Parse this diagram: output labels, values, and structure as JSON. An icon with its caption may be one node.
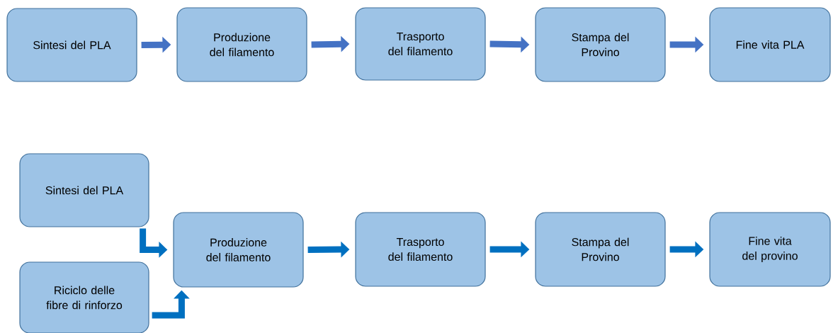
{
  "diagram": {
    "nodes": [
      {
        "text": [
          "Sintesi del PLA"
        ]
      },
      {
        "text": [
          "Produzione del filamento"
        ]
      },
      {
        "text": [
          "Trasporto del filamento"
        ]
      },
      {
        "text": [
          "Stampa del Provino"
        ]
      },
      {
        "text": [
          "Fine vita PLA"
        ]
      },
      {
        "text": [
          "Sintesi del PLA"
        ]
      },
      {
        "text": [
          "Riciclo delle fibre di rinforzo"
        ]
      },
      {
        "text": [
          "Produzione del filamento"
        ]
      },
      {
        "text": [
          "Trasporto del filamento"
        ]
      },
      {
        "text": [
          "Stampa del Provino"
        ]
      },
      {
        "text": [
          "Fine vita del provino"
        ]
      }
    ],
    "edges": [
      {
        "from": 0,
        "to": 1,
        "arrow": "to",
        "color": "#4472c4"
      },
      {
        "from": 1,
        "to": 2,
        "arrow": "to",
        "color": "#4472c4"
      },
      {
        "from": 2,
        "to": 3,
        "arrow": "to",
        "color": "#4472c4"
      },
      {
        "from": 3,
        "to": 4,
        "arrow": "to",
        "color": "#4472c4"
      },
      {
        "from": 5,
        "to": 7,
        "arrow": "to"
      },
      {
        "from": 6,
        "to": 7,
        "arrow": "to"
      },
      {
        "from": 7,
        "to": 8,
        "arrow": "to"
      },
      {
        "from": 8,
        "to": 9,
        "arrow": "to"
      },
      {
        "from": 9,
        "to": 10,
        "arrow": "to"
      }
    ]
  }
}
